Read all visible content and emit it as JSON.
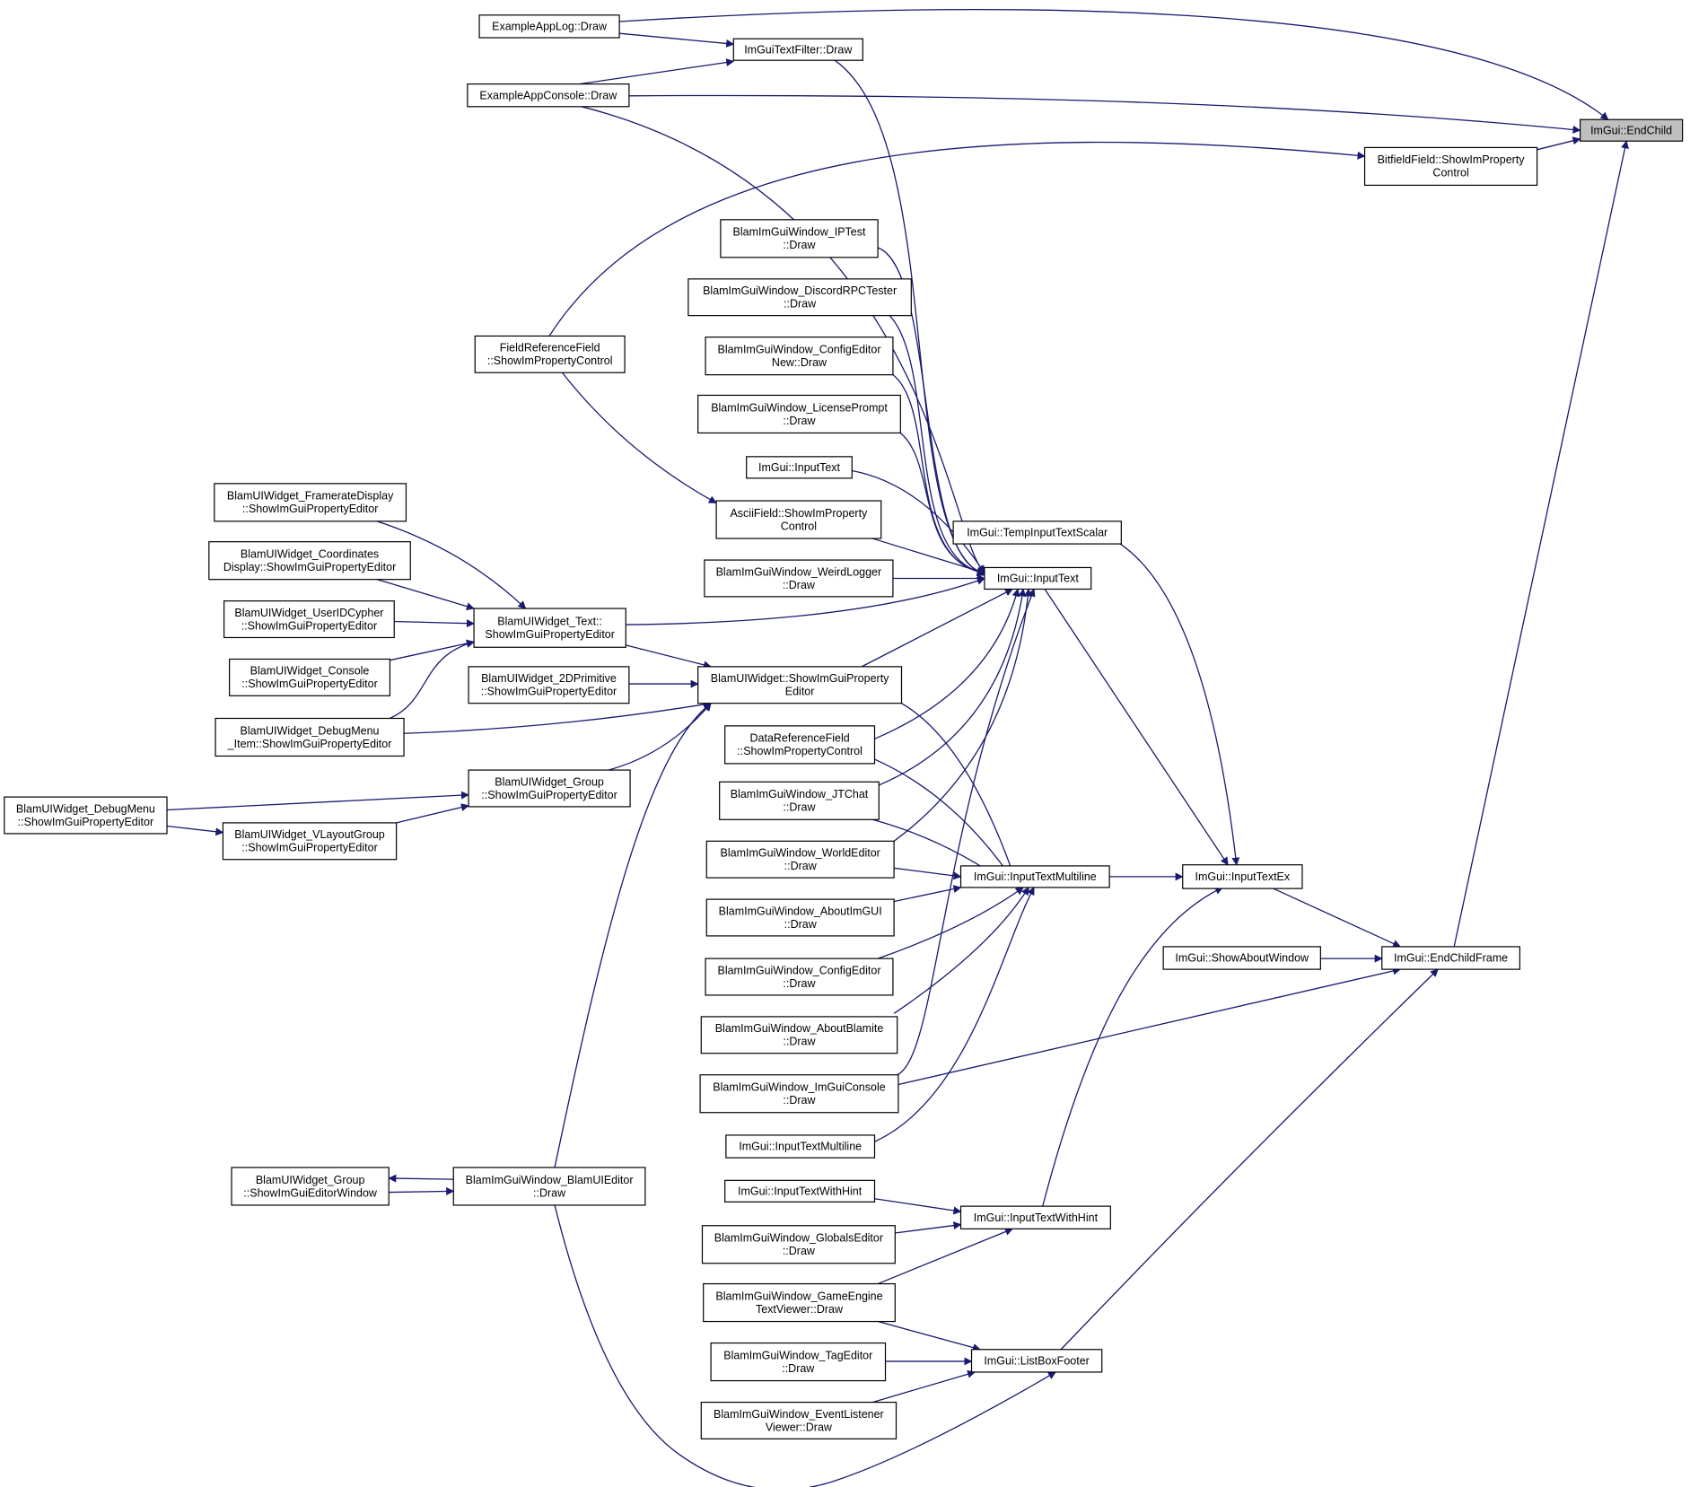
{
  "diagram": {
    "colors": {
      "edge": "#191970",
      "node_border": "#000000",
      "root_fill": "#bfbfbf",
      "node_fill": "#ffffff"
    },
    "nodes": [
      {
        "id": "endchild",
        "lines": [
          "ImGui::EndChild"
        ],
        "root": true
      },
      {
        "id": "applog",
        "lines": [
          "ExampleAppLog::Draw"
        ]
      },
      {
        "id": "textfilter",
        "lines": [
          "ImGuiTextFilter::Draw"
        ]
      },
      {
        "id": "appconsole",
        "lines": [
          "ExampleAppConsole::Draw"
        ]
      },
      {
        "id": "bitfield",
        "lines": [
          "BitfieldField::ShowImProperty",
          "Control"
        ]
      },
      {
        "id": "iptest",
        "lines": [
          "BlamImGuiWindow_IPTest",
          "::Draw"
        ]
      },
      {
        "id": "discord",
        "lines": [
          "BlamImGuiWindow_DiscordRPCTester",
          "::Draw"
        ]
      },
      {
        "id": "fieldref",
        "lines": [
          "FieldReferenceField",
          "::ShowImPropertyControl"
        ]
      },
      {
        "id": "cfgnew",
        "lines": [
          "BlamImGuiWindow_ConfigEditor",
          "New::Draw"
        ]
      },
      {
        "id": "license",
        "lines": [
          "BlamImGuiWindow_LicensePrompt",
          "::Draw"
        ]
      },
      {
        "id": "inputtext_a",
        "lines": [
          "ImGui::InputText"
        ]
      },
      {
        "id": "framerate",
        "lines": [
          "BlamUIWidget_FramerateDisplay",
          "::ShowImGuiPropertyEditor"
        ]
      },
      {
        "id": "ascii",
        "lines": [
          "AsciiField::ShowImProperty",
          "Control"
        ]
      },
      {
        "id": "tempinput",
        "lines": [
          "ImGui::TempInputTextScalar"
        ]
      },
      {
        "id": "coords",
        "lines": [
          "BlamUIWidget_Coordinates",
          "Display::ShowImGuiPropertyEditor"
        ]
      },
      {
        "id": "weird",
        "lines": [
          "BlamImGuiWindow_WeirdLogger",
          "::Draw"
        ]
      },
      {
        "id": "inputtext_b",
        "lines": [
          "ImGui::InputText"
        ]
      },
      {
        "id": "userid",
        "lines": [
          "BlamUIWidget_UserIDCypher",
          "::ShowImGuiPropertyEditor"
        ]
      },
      {
        "id": "wtext",
        "lines": [
          "BlamUIWidget_Text::",
          "ShowImGuiPropertyEditor"
        ]
      },
      {
        "id": "wconsole",
        "lines": [
          "BlamUIWidget_Console",
          "::ShowImGuiPropertyEditor"
        ]
      },
      {
        "id": "w2d",
        "lines": [
          "BlamUIWidget_2DPrimitive",
          "::ShowImGuiPropertyEditor"
        ]
      },
      {
        "id": "widget",
        "lines": [
          "BlamUIWidget::ShowImGuiProperty",
          "Editor"
        ]
      },
      {
        "id": "debugitem",
        "lines": [
          "BlamUIWidget_DebugMenu",
          "_Item::ShowImGuiPropertyEditor"
        ]
      },
      {
        "id": "dataref",
        "lines": [
          "DataReferenceField",
          "::ShowImPropertyControl"
        ]
      },
      {
        "id": "wgroup",
        "lines": [
          "BlamUIWidget_Group",
          "::ShowImGuiPropertyEditor"
        ]
      },
      {
        "id": "jtchat",
        "lines": [
          "BlamImGuiWindow_JTChat",
          "::Draw"
        ]
      },
      {
        "id": "debugmenu",
        "lines": [
          "BlamUIWidget_DebugMenu",
          "::ShowImGuiPropertyEditor"
        ]
      },
      {
        "id": "vlayout",
        "lines": [
          "BlamUIWidget_VLayoutGroup",
          "::ShowImGuiPropertyEditor"
        ]
      },
      {
        "id": "worldeditor",
        "lines": [
          "BlamImGuiWindow_WorldEditor",
          "::Draw"
        ]
      },
      {
        "id": "itm_main",
        "lines": [
          "ImGui::InputTextMultiline"
        ]
      },
      {
        "id": "itex",
        "lines": [
          "ImGui::InputTextEx"
        ]
      },
      {
        "id": "aboutimgui",
        "lines": [
          "BlamImGuiWindow_AboutImGUI",
          "::Draw"
        ]
      },
      {
        "id": "showabout",
        "lines": [
          "ImGui::ShowAboutWindow"
        ]
      },
      {
        "id": "endchildframe",
        "lines": [
          "ImGui::EndChildFrame"
        ]
      },
      {
        "id": "cfgeditor",
        "lines": [
          "BlamImGuiWindow_ConfigEditor",
          "::Draw"
        ]
      },
      {
        "id": "aboutblamite",
        "lines": [
          "BlamImGuiWindow_AboutBlamite",
          "::Draw"
        ]
      },
      {
        "id": "imguiconsole",
        "lines": [
          "BlamImGuiWindow_ImGuiConsole",
          "::Draw"
        ]
      },
      {
        "id": "itm_leaf",
        "lines": [
          "ImGui::InputTextMultiline"
        ]
      },
      {
        "id": "group_editor",
        "lines": [
          "BlamUIWidget_Group",
          "::ShowImGuiEditorWindow"
        ]
      },
      {
        "id": "blamui",
        "lines": [
          "BlamImGuiWindow_BlamUIEditor",
          "::Draw"
        ]
      },
      {
        "id": "itwh_leaf",
        "lines": [
          "ImGui::InputTextWithHint"
        ]
      },
      {
        "id": "itwh_main",
        "lines": [
          "ImGui::InputTextWithHint"
        ]
      },
      {
        "id": "globals",
        "lines": [
          "BlamImGuiWindow_GlobalsEditor",
          "::Draw"
        ]
      },
      {
        "id": "gameengine",
        "lines": [
          "BlamImGuiWindow_GameEngine",
          "TextViewer::Draw"
        ]
      },
      {
        "id": "tageditor",
        "lines": [
          "BlamImGuiWindow_TagEditor",
          "::Draw"
        ]
      },
      {
        "id": "listbox",
        "lines": [
          "ImGui::ListBoxFooter"
        ]
      },
      {
        "id": "eventlistener",
        "lines": [
          "BlamImGuiWindow_EventListener",
          "Viewer::Draw"
        ]
      }
    ],
    "edges": [
      [
        "applog",
        "endchild"
      ],
      [
        "applog",
        "textfilter"
      ],
      [
        "appconsole",
        "textfilter"
      ],
      [
        "appconsole",
        "endchild"
      ],
      [
        "bitfield",
        "endchild"
      ],
      [
        "endchildframe",
        "endchild"
      ],
      [
        "fieldref",
        "bitfield"
      ],
      [
        "fieldref",
        "ascii"
      ],
      [
        "textfilter",
        "inputtext_b"
      ],
      [
        "appconsole",
        "inputtext_b"
      ],
      [
        "iptest",
        "inputtext_b"
      ],
      [
        "discord",
        "inputtext_b"
      ],
      [
        "cfgnew",
        "inputtext_b"
      ],
      [
        "license",
        "inputtext_b"
      ],
      [
        "inputtext_a",
        "inputtext_b"
      ],
      [
        "ascii",
        "inputtext_b"
      ],
      [
        "weird",
        "inputtext_b"
      ],
      [
        "wtext",
        "inputtext_b"
      ],
      [
        "widget",
        "inputtext_b"
      ],
      [
        "dataref",
        "inputtext_b"
      ],
      [
        "jtchat",
        "inputtext_b"
      ],
      [
        "worldeditor",
        "inputtext_b"
      ],
      [
        "imguiconsole",
        "inputtext_b"
      ],
      [
        "inputtext_b",
        "itex"
      ],
      [
        "tempinput",
        "itex"
      ],
      [
        "framerate",
        "wtext"
      ],
      [
        "coords",
        "wtext"
      ],
      [
        "userid",
        "wtext"
      ],
      [
        "wconsole",
        "wtext"
      ],
      [
        "debugitem",
        "wtext"
      ],
      [
        "wtext",
        "widget"
      ],
      [
        "w2d",
        "widget"
      ],
      [
        "debugitem",
        "widget"
      ],
      [
        "wgroup",
        "widget"
      ],
      [
        "blamui",
        "widget"
      ],
      [
        "debugmenu",
        "wgroup"
      ],
      [
        "vlayout",
        "wgroup"
      ],
      [
        "debugmenu",
        "vlayout"
      ],
      [
        "widget",
        "itm_main"
      ],
      [
        "dataref",
        "itm_main"
      ],
      [
        "jtchat",
        "itm_main"
      ],
      [
        "worldeditor",
        "itm_main"
      ],
      [
        "aboutimgui",
        "itm_main"
      ],
      [
        "cfgeditor",
        "itm_main"
      ],
      [
        "aboutblamite",
        "itm_main"
      ],
      [
        "itm_leaf",
        "itm_main"
      ],
      [
        "itm_main",
        "itex"
      ],
      [
        "itwh_main",
        "itex"
      ],
      [
        "itex",
        "endchildframe"
      ],
      [
        "showabout",
        "endchildframe"
      ],
      [
        "imguiconsole",
        "endchildframe"
      ],
      [
        "listbox",
        "endchildframe"
      ],
      [
        "blamui",
        "group_editor"
      ],
      [
        "group_editor",
        "blamui"
      ],
      [
        "itwh_leaf",
        "itwh_main"
      ],
      [
        "globals",
        "itwh_main"
      ],
      [
        "gameengine",
        "itwh_main"
      ],
      [
        "gameengine",
        "listbox"
      ],
      [
        "tageditor",
        "listbox"
      ],
      [
        "eventlistener",
        "listbox"
      ],
      [
        "blamui",
        "listbox"
      ]
    ]
  }
}
